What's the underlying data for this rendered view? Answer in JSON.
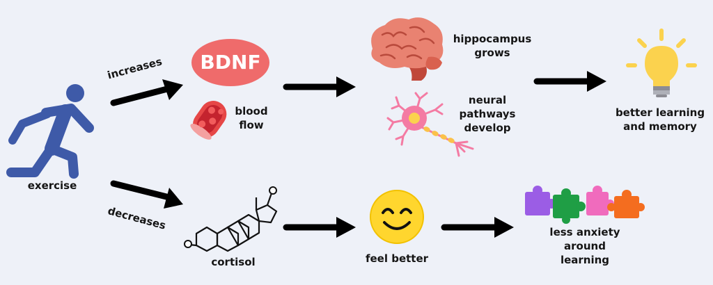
{
  "diagram": {
    "bdnf_badge": "BDNF",
    "exercise": "exercise",
    "increases": "increases",
    "decreases": "decreases",
    "blood_flow": [
      "blood",
      "flow"
    ],
    "hippocampus": [
      "hippocampus",
      "grows"
    ],
    "neural": [
      "neural",
      "pathways",
      "develop"
    ],
    "better_learning": [
      "better learning",
      "and memory"
    ],
    "cortisol": "cortisol",
    "feel_better": "feel better",
    "less_anxiety": [
      "less anxiety",
      "around",
      "learning"
    ]
  },
  "colors": {
    "background": "#eef1f8",
    "runner": "#3e5aa8",
    "bdnf": "#ef6b6b",
    "brain": "#e98271",
    "neuron": "#f47ba3",
    "bulb": "#fbd24e",
    "smiley": "#ffd62e",
    "puzzle": [
      "#9b5de5",
      "#1f9e45",
      "#f06bbd",
      "#f46d1f"
    ]
  },
  "icons": [
    "runner-icon",
    "blood-vessel-icon",
    "brain-icon",
    "neuron-icon",
    "lightbulb-icon",
    "cortisol-molecule-icon",
    "smiley-face-icon",
    "puzzle-pieces-icon"
  ]
}
